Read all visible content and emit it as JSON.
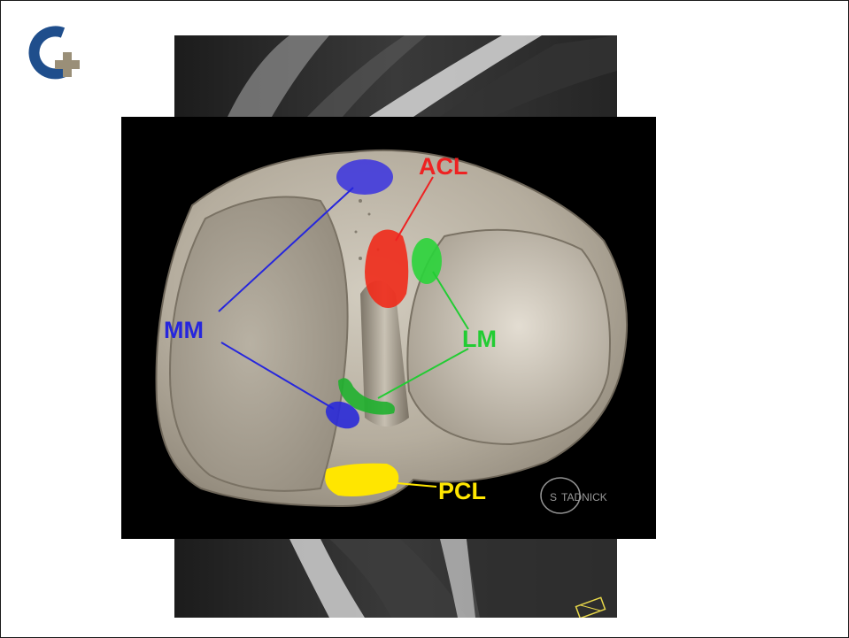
{
  "labels": {
    "acl": "ACL",
    "lm": "LM",
    "mm": "MM",
    "pcl": "PCL"
  },
  "watermark": {
    "initial": "S",
    "text": "TADNICK"
  },
  "colors": {
    "acl": "#ee2222",
    "lm": "#22cc33",
    "mm": "#2222dd",
    "pcl": "#ffee00",
    "bone": "#b9b2a4",
    "background": "#000000",
    "logo_blue": "#1f4e8c",
    "logo_cross": "#9a8f78"
  },
  "icons": {
    "logo": "medical-cross-logo"
  }
}
